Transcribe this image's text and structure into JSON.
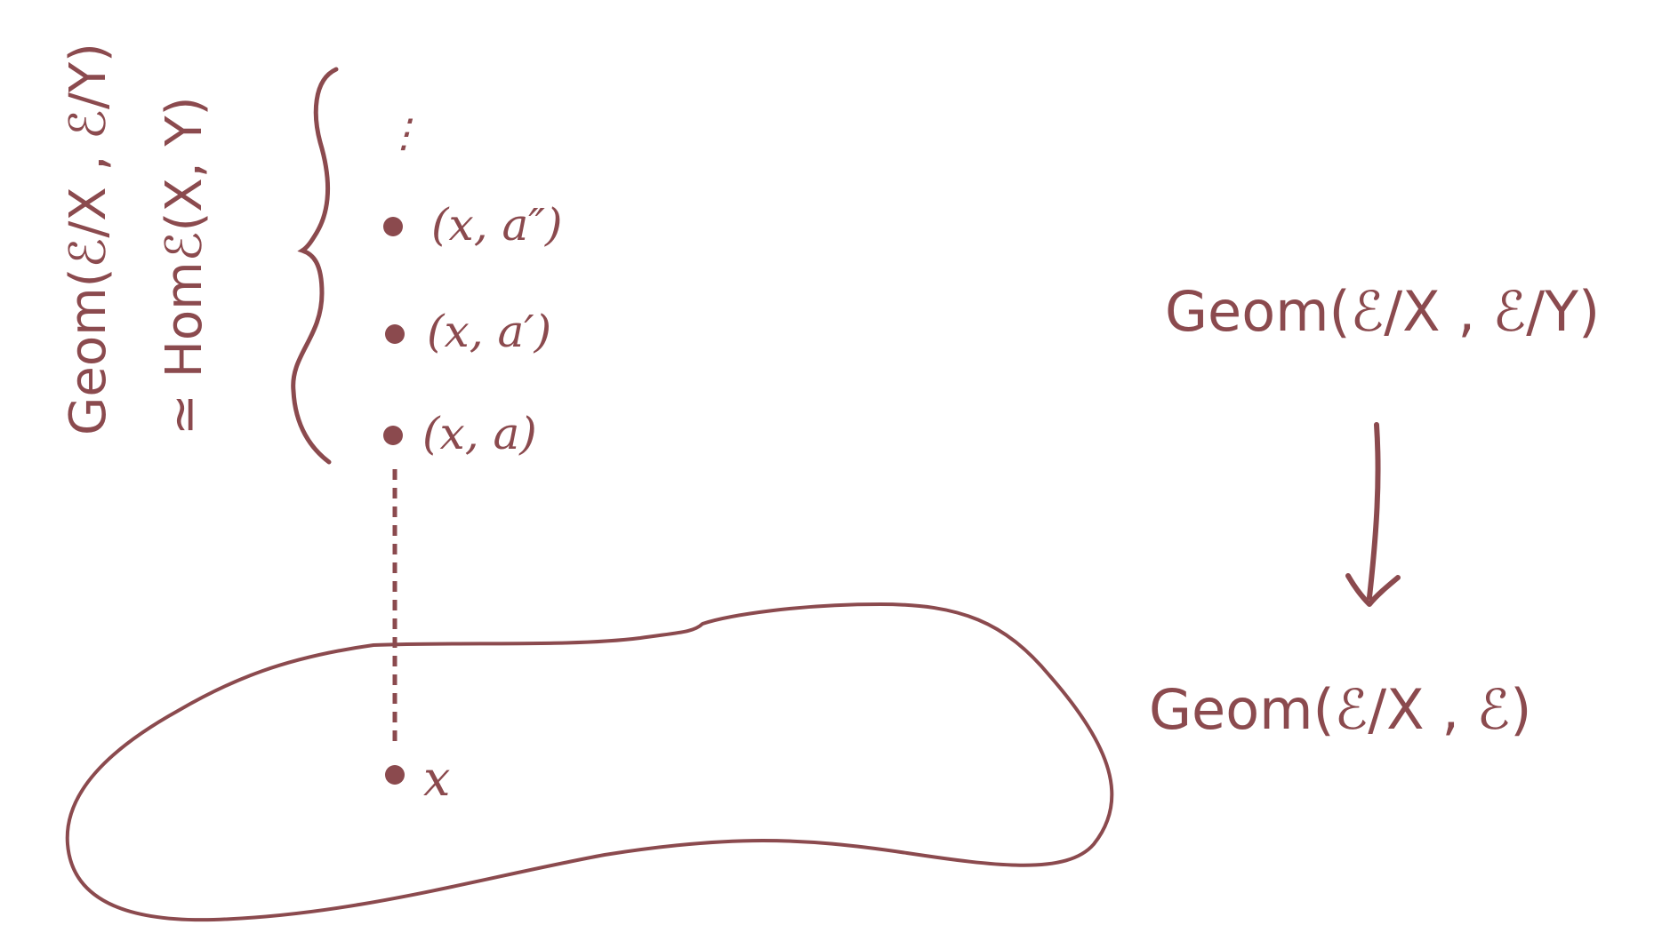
{
  "colors": {
    "ink": "#8b4a4e",
    "background": "#ffffff"
  },
  "side_label": {
    "line1": "Geom(ℰ/X , ℰ/Y)",
    "line2": "≃ Homℰ(X, Y)",
    "ital_x": "ℰ",
    "ital_y": "ℰ"
  },
  "fiber_points": {
    "dots": "⋮",
    "p3": "(x, a″)",
    "p2": "(x, a′)",
    "p1": "(x, a)"
  },
  "base_point": {
    "label": "x"
  },
  "right_column": {
    "top": "Geom(ℰ/X , ℰ/Y)",
    "bottom": "Geom(ℰ/X , ℰ)"
  }
}
